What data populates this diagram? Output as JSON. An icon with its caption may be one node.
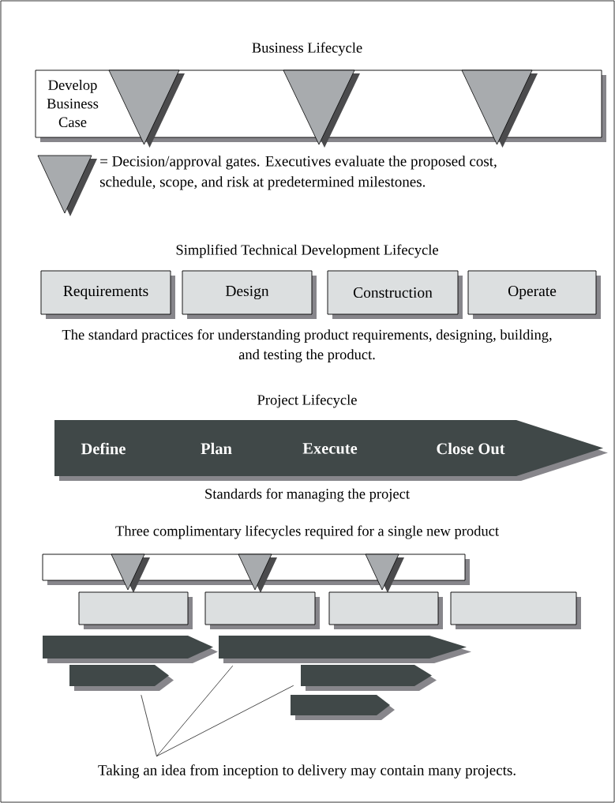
{
  "diagram": {
    "nodes": [
      {
        "text": [
          "Develop Business Case"
        ]
      },
      {
        "text": [],
        "shape": "triangle"
      },
      {
        "text": [],
        "shape": "triangle"
      },
      {
        "text": [],
        "shape": "triangle"
      },
      {
        "text": [
          "Requirements"
        ]
      },
      {
        "text": [
          "Design"
        ]
      },
      {
        "text": [
          "Construction"
        ]
      },
      {
        "text": [
          "Operate"
        ]
      },
      {
        "text": [
          "Define",
          "Plan",
          "Execute",
          "Close Out"
        ]
      },
      {
        "text": [],
        "shape": "box"
      },
      {
        "text": [],
        "shape": "triangle"
      },
      {
        "text": [],
        "shape": "triangle"
      },
      {
        "text": [],
        "shape": "triangle"
      },
      {
        "text": [],
        "shape": "box"
      },
      {
        "text": [],
        "shape": "box"
      },
      {
        "text": [],
        "shape": "box"
      },
      {
        "text": [],
        "shape": "box"
      },
      {
        "text": [],
        "shape": "bar"
      },
      {
        "text": [],
        "shape": "bar"
      },
      {
        "text": [],
        "shape": "bar"
      },
      {
        "text": [],
        "shape": "bar"
      },
      {
        "text": [],
        "shape": "bar"
      },
      {
        "text": [
          "Taking an idea from inception to delivery may contain many projects."
        ]
      }
    ],
    "edges": [
      {
        "from": 22,
        "to": 19,
        "arrow": "none"
      },
      {
        "from": 22,
        "to": 18,
        "arrow": "none"
      },
      {
        "from": 22,
        "to": 20,
        "arrow": "none"
      }
    ],
    "labels": [
      "Business Lifecycle",
      "Simplified Technical Development Lifecycle",
      "The standard practices for understanding product requirements, designing, building, and testing the product.",
      "Project Lifecycle",
      "Standards for managing the project",
      "Three complimentary lifecycles required for a single new product"
    ],
    "legend": [
      {
        "text": "= Decision/approval gates. Executives evaluate the proposed cost, schedule, scope, and risk at predetermined milestones."
      }
    ]
  }
}
